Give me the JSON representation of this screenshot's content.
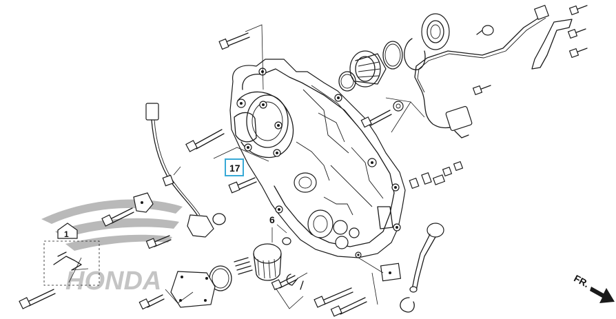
{
  "diagram": {
    "callouts": {
      "highlighted": "17",
      "part_6": "6",
      "part_1": "1"
    },
    "direction_label": "FR.",
    "watermark_text": "HONDA",
    "highlight_color": "#37a9d6"
  }
}
